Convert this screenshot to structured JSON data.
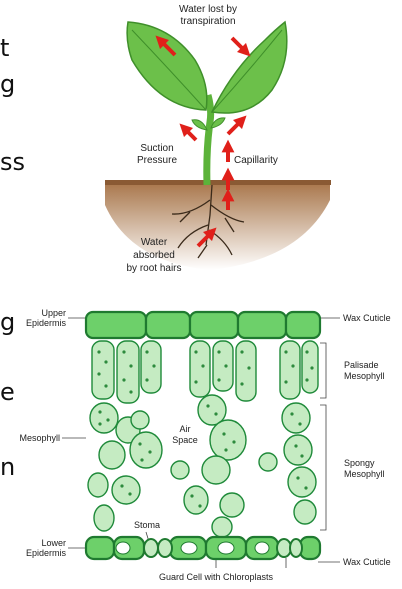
{
  "left_text_fragments": [
    "t",
    "g",
    "ss",
    "g",
    "e",
    "n"
  ],
  "plant": {
    "title_line1": "Water lost by",
    "title_line2": "transpiration",
    "suction_line1": "Suction",
    "suction_line2": "Pressure",
    "capillarity": "Capillarity",
    "water_line1": "Water",
    "water_line2": "absorbed",
    "water_line3": "by root hairs"
  },
  "leaf": {
    "upper_epidermis_1": "Upper",
    "upper_epidermis_2": "Epidermis",
    "wax_cuticle_top": "Wax Cuticle",
    "palisade_1": "Palisade",
    "palisade_2": "Mesophyll",
    "mesophyll": "Mesophyll",
    "air_space_1": "Air",
    "air_space_2": "Space",
    "spongy_1": "Spongy",
    "spongy_2": "Mesophyll",
    "stoma": "Stoma",
    "lower_epidermis_1": "Lower",
    "lower_epidermis_2": "Epidermis",
    "wax_cuticle_bottom": "Wax Cuticle",
    "guard_cell": "Guard Cell with Chloroplasts"
  },
  "colors": {
    "arrow": "#e0201a",
    "leaf_green": "#6cc04a",
    "soil": "#b98a5e",
    "cell_fill": "#c5ebc2",
    "cell_stroke": "#1f8a3a",
    "chloroplast": "#2e8b3e"
  }
}
